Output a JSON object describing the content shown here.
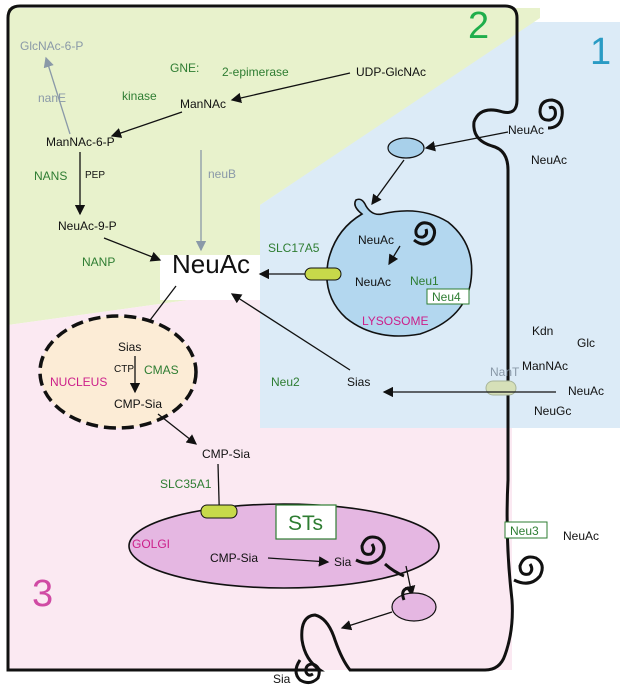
{
  "regions": {
    "r1": {
      "number": "1",
      "color": "#2a9bc4"
    },
    "r2": {
      "number": "2",
      "color": "#1fae4b"
    },
    "r3": {
      "number": "3",
      "color": "#d04aa4"
    }
  },
  "center": {
    "neuac": "NeuAc"
  },
  "pathway": {
    "glcnac6p": "GlcNAc-6-P",
    "nanE": "nanE",
    "gne": "GNE:",
    "epimerase": "2-epimerase",
    "udp": "UDP-GlcNAc",
    "kinase": "kinase",
    "mannac": "ManNAc",
    "mannac6p": "ManNAc-6-P",
    "nans": "NANS",
    "pep": "PEP",
    "neub": "neuB",
    "neuac9p": "NeuAc-9-P",
    "nanp": "NANP"
  },
  "lysosome": {
    "slc17a5": "SLC17A5",
    "neuac_inner": "NeuAc",
    "neuac_exit": "NeuAc",
    "neu1": "Neu1",
    "neu4": "Neu4",
    "label": "LYSOSOME"
  },
  "uptake": {
    "neuac_membrane": "NeuAc",
    "neuac_outside": "NeuAc",
    "kdn": "Kdn",
    "glc": "Glc",
    "mannac": "ManNAc",
    "neuac": "NeuAc",
    "neugc": "NeuGc",
    "nant": "NanT",
    "sias": "Sias",
    "neu2": "Neu2"
  },
  "nucleus": {
    "sias": "Sias",
    "ctp": "CTP",
    "cmas": "CMAS",
    "label": "NUCLEUS",
    "cmp_sia": "CMP-Sia"
  },
  "golgi": {
    "cmp_sia_cyto": "CMP-Sia",
    "slc35a1": "SLC35A1",
    "sts": "STs",
    "label": "GOLGI",
    "cmp_sia": "CMP-Sia",
    "sia": "Sia"
  },
  "surface": {
    "neu3": "Neu3",
    "neuac": "NeuAc",
    "sia": "Sia"
  }
}
